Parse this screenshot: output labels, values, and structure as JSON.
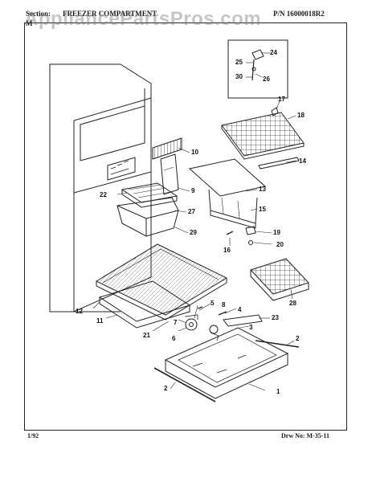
{
  "header": {
    "section_label": "Section:",
    "section_title": "FREEZER COMPARTMENT",
    "part_number": "P/N 16000018R2",
    "model_fragment": "M"
  },
  "watermark": "AppliancePartsPros.com",
  "footer": {
    "date": "1/92",
    "drawing_number": "Drw No: M-35-11"
  },
  "callouts": [
    "1",
    "2",
    "2",
    "3",
    "4",
    "5",
    "6",
    "7",
    "8",
    "9",
    "10",
    "11",
    "12",
    "13",
    "14",
    "15",
    "16",
    "17",
    "18",
    "19",
    "20",
    "21",
    "22",
    "23",
    "24",
    "25",
    "26",
    "27",
    "28",
    "29",
    "30"
  ]
}
